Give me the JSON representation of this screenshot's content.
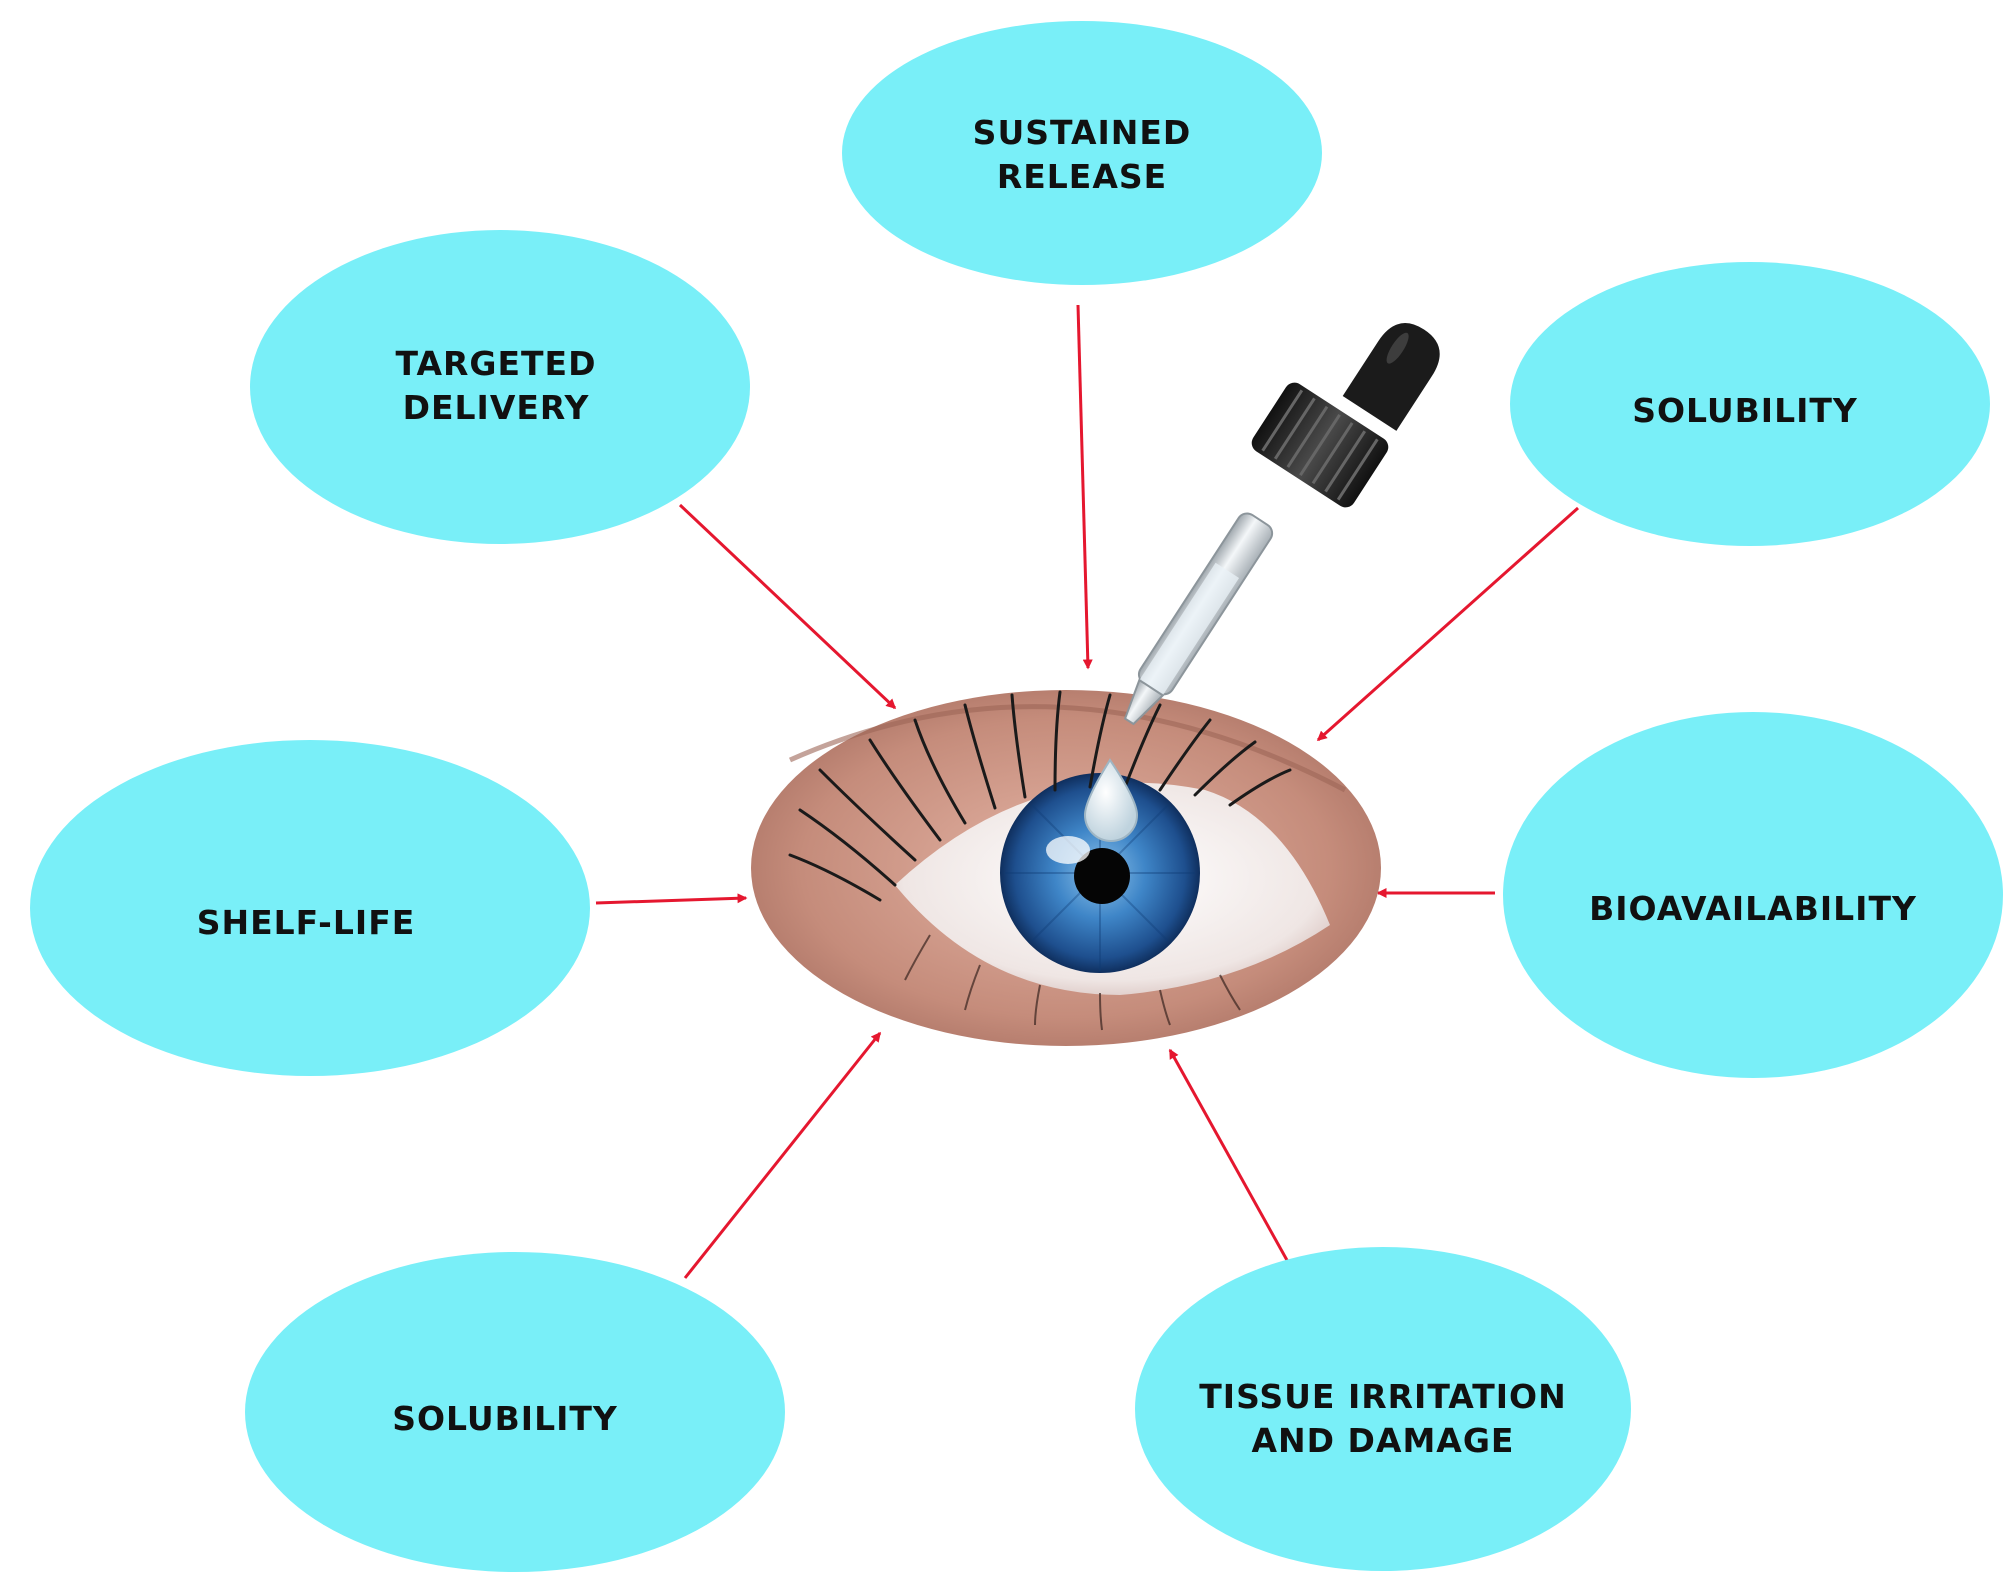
{
  "diagram": {
    "bubbles": [
      {
        "id": "sustained-release",
        "lines": [
          "SUSTAINED",
          "RELEASE"
        ]
      },
      {
        "id": "targeted-delivery",
        "lines": [
          "TARGETED",
          "DELIVERY"
        ]
      },
      {
        "id": "solubility-top",
        "lines": [
          "SOLUBILITY"
        ]
      },
      {
        "id": "shelf-life",
        "lines": [
          "SHELF-LIFE"
        ]
      },
      {
        "id": "bioavailability",
        "lines": [
          "BIOAVAILABILITY"
        ]
      },
      {
        "id": "solubility-bottom",
        "lines": [
          "SOLUBILITY"
        ]
      },
      {
        "id": "tissue-irritation",
        "lines": [
          "TISSUE IRRITATION",
          "AND DAMAGE"
        ]
      }
    ],
    "colors": {
      "bubble_fill": "#79EFF8",
      "arrow": "#E5172F",
      "iris": "#2E73B8",
      "skin": "#C99383"
    },
    "center_image": "eye-with-dropper-icon"
  }
}
